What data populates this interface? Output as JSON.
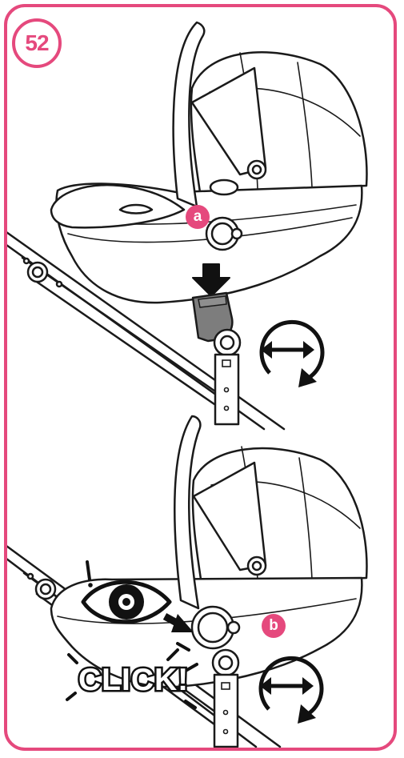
{
  "step": {
    "number": "52"
  },
  "callouts": {
    "a": "a",
    "b": "b"
  },
  "sound_effect": "CLICK!",
  "colors": {
    "accent": "#e5497d",
    "line": "#1a1a1a",
    "adapter": "#7d7d7d"
  },
  "icons": [
    "down-arrow-icon",
    "rotate-arrows-icon",
    "eye-icon",
    "attention-icon",
    "pointer-arrow-icon"
  ]
}
